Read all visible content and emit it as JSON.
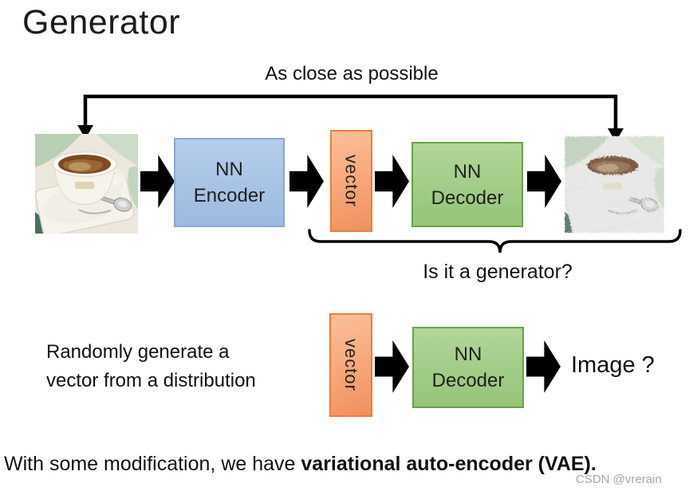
{
  "title": "Generator",
  "diagram": {
    "top_label": "As close as possible",
    "row1": {
      "encoder_line1": "NN",
      "encoder_line2": "Encoder",
      "vector_label": "vector",
      "decoder_line1": "NN",
      "decoder_line2": "Decoder"
    },
    "question": "Is it a generator?",
    "row2": {
      "caption_line1": "Randomly generate a",
      "caption_line2": "vector from a distribution",
      "vector_label": "vector",
      "decoder_line1": "NN",
      "decoder_line2": "Decoder",
      "output_label": "Image ?"
    }
  },
  "footer": {
    "normal": "With some modification, we have ",
    "bold": "variational auto-encoder (VAE)."
  },
  "watermark": "CSDN @vrerain",
  "colors": {
    "encoder_fill": "#a9c5e6",
    "encoder_border": "#87a7cf",
    "vector_fill": "#f7a678",
    "vector_border": "#e87e3c",
    "decoder_fill": "#a3cf87",
    "decoder_border": "#69a24a",
    "arrow": "#000000",
    "watermark_text": "#a6a6a6"
  }
}
